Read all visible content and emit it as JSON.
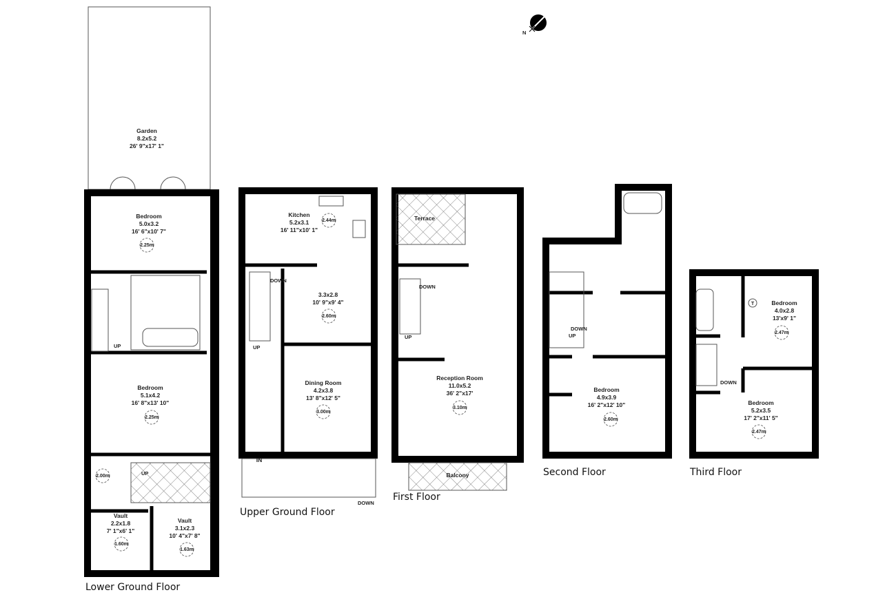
{
  "compass": {
    "icon": "north-arrow-icon",
    "label": "N"
  },
  "floors": [
    {
      "title": "Lower Ground Floor",
      "rooms": [
        {
          "name": "Garden",
          "size_m": "8.2x5.2",
          "size_ft": "26' 9\"x17' 1\""
        },
        {
          "name": "Bedroom",
          "size_m": "5.0x3.2",
          "size_ft": "16' 6\"x10' 7\"",
          "height": "2.25m"
        },
        {
          "name": "Bedroom",
          "size_m": "5.1x4.2",
          "size_ft": "16' 8\"x13' 10\"",
          "height": "2.25m"
        },
        {
          "name": "Vault",
          "size_m": "2.2x1.8",
          "size_ft": "7' 1\"x6' 1\"",
          "height": "1.60m"
        },
        {
          "name": "Vault",
          "size_m": "3.1x2.3",
          "size_ft": "10' 4\"x7' 8\"",
          "height": "1.63m"
        }
      ],
      "extra_heights": [
        "2.00m"
      ],
      "stair_labels": [
        "UP",
        "UP"
      ]
    },
    {
      "title": "Upper Ground Floor",
      "rooms": [
        {
          "name": "Kitchen",
          "size_m": "5.2x3.1",
          "size_ft": "16' 11\"x10' 1\"",
          "height": "2.44m"
        },
        {
          "name": "",
          "size_m": "3.3x2.8",
          "size_ft": "10' 9\"x9' 4\"",
          "height": "2.60m"
        },
        {
          "name": "Dining Room",
          "size_m": "4.2x3.8",
          "size_ft": "13' 8\"x12' 5\"",
          "height": "3.00m"
        }
      ],
      "stair_labels": [
        "DOWN",
        "UP",
        "DOWN"
      ],
      "entrance_label": "IN"
    },
    {
      "title": "First Floor",
      "rooms": [
        {
          "name": "Terrace"
        },
        {
          "name": "Reception Room",
          "size_m": "11.0x5.2",
          "size_ft": "36' 2\"x17'",
          "height": "3.10m"
        },
        {
          "name": "Balcony"
        }
      ],
      "stair_labels": [
        "DOWN",
        "UP"
      ]
    },
    {
      "title": "Second Floor",
      "rooms": [
        {
          "name": "Bedroom",
          "size_m": "4.9x3.9",
          "size_ft": "16' 2\"x12' 10\"",
          "height": "2.60m"
        }
      ],
      "stair_labels": [
        "DOWN",
        "UP"
      ]
    },
    {
      "title": "Third Floor",
      "rooms": [
        {
          "name": "Bedroom",
          "size_m": "4.0x2.8",
          "size_ft": "13'x9' 1\"",
          "height": "2.47m"
        },
        {
          "name": "Bedroom",
          "size_m": "5.2x3.5",
          "size_ft": "17' 2\"x11' 5\"",
          "height": "2.47m"
        }
      ],
      "stair_labels": [
        "DOWN"
      ],
      "tank_label": "T"
    }
  ]
}
